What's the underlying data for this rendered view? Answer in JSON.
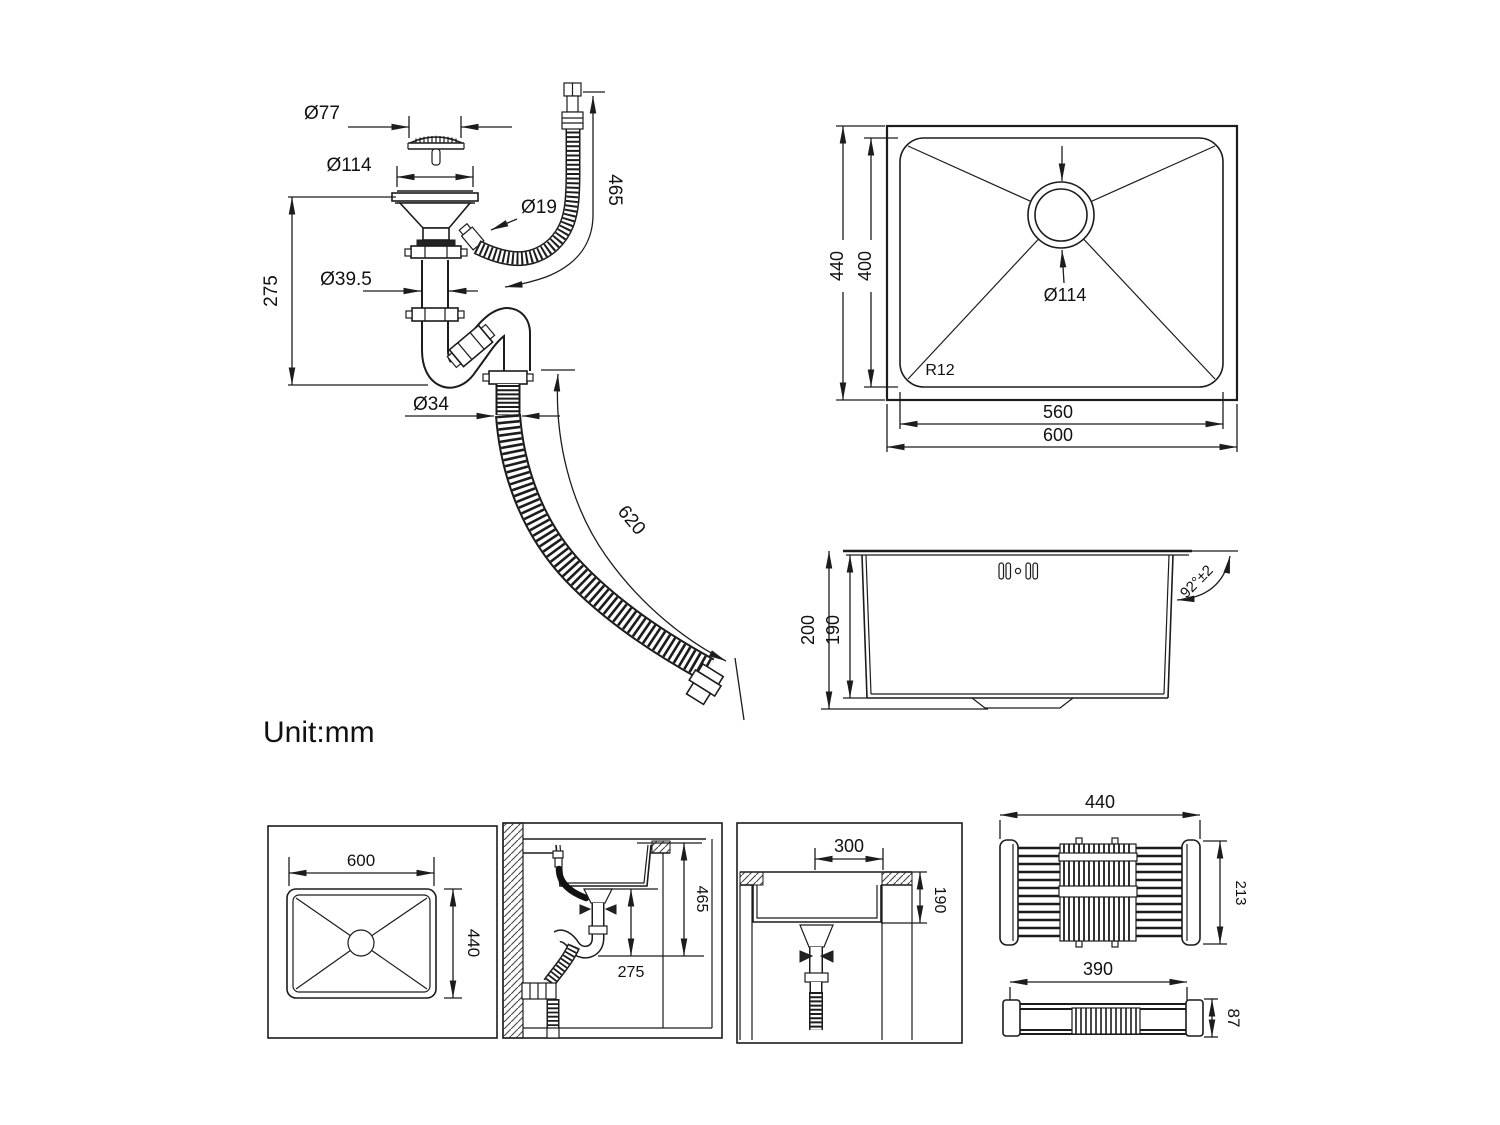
{
  "unit_label": "Unit:mm",
  "drain_assembly": {
    "strainer_dia": "Ø77",
    "flange_dia": "Ø114",
    "overflow_dia": "Ø19",
    "tailpipe_dia": "Ø39.5",
    "trap_height": "275",
    "overflow_height": "465",
    "outlet_dia": "Ø34",
    "hose_length": "620"
  },
  "top_view": {
    "outer_height": "440",
    "inner_height": "400",
    "drain_dia": "Ø114",
    "corner_radius": "R12",
    "inner_width": "560",
    "outer_width": "600"
  },
  "side_view": {
    "outer_depth": "200",
    "inner_depth": "190",
    "wall_angle": "92°±2"
  },
  "install_top": {
    "width": "600",
    "height": "440"
  },
  "install_side": {
    "counter_height": "465",
    "trap_drop": "275"
  },
  "install_front": {
    "drain_offset": "300",
    "bowl_depth": "190"
  },
  "rack": {
    "width": "440",
    "depth": "213",
    "rail_width": "390",
    "height": "87"
  }
}
